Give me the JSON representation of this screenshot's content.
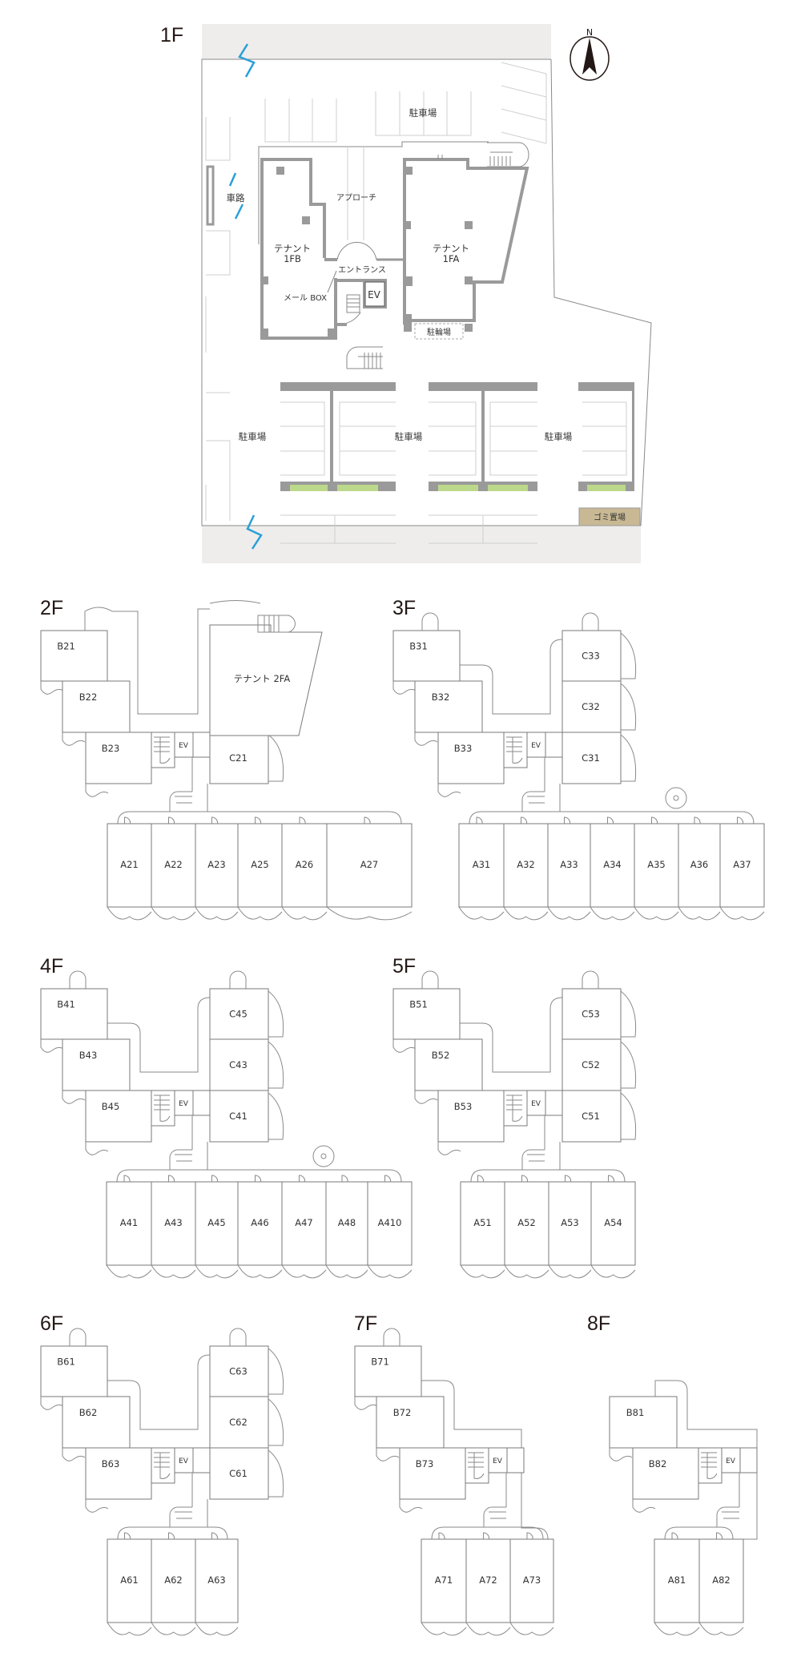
{
  "floor1": {
    "label": "1F",
    "compass": "N",
    "parking_top": "駐車場",
    "road": "車路",
    "approach": "アプローチ",
    "tenant_b": [
      "テナント",
      "1FB"
    ],
    "tenant_a": [
      "テナント",
      "1FA"
    ],
    "entrance": "エントランス",
    "mailbox": "メール BOX",
    "ev": "EV",
    "bicycle": "駐輪場",
    "parking_bottom": [
      "駐車場",
      "駐車場",
      "駐車場"
    ],
    "garbage": "ゴミ置場",
    "colors": {
      "road_band": "#eeedeb",
      "planting": "#bcd88a",
      "garbage": "#c8b994",
      "arrow": "#2a9fd8"
    }
  },
  "floors": [
    {
      "label": "2F",
      "b": [
        "B21",
        "B22",
        "B23"
      ],
      "c": [
        null,
        null,
        "C21"
      ],
      "tenant": "テナント 2FA",
      "a": [
        "A21",
        "A22",
        "A23",
        "A25",
        "A26",
        "A27"
      ],
      "ev": "EV"
    },
    {
      "label": "3F",
      "b": [
        "B31",
        "B32",
        "B33"
      ],
      "c": [
        "C33",
        "C32",
        "C31"
      ],
      "a": [
        "A31",
        "A32",
        "A33",
        "A34",
        "A35",
        "A36",
        "A37"
      ],
      "ev": "EV"
    },
    {
      "label": "4F",
      "b": [
        "B41",
        "B43",
        "B45"
      ],
      "c": [
        "C45",
        "C43",
        "C41"
      ],
      "a": [
        "A41",
        "A43",
        "A45",
        "A46",
        "A47",
        "A48",
        "A410"
      ],
      "ev": "EV"
    },
    {
      "label": "5F",
      "b": [
        "B51",
        "B52",
        "B53"
      ],
      "c": [
        "C53",
        "C52",
        "C51"
      ],
      "a": [
        "A51",
        "A52",
        "A53",
        "A54"
      ],
      "ev": "EV"
    },
    {
      "label": "6F",
      "b": [
        "B61",
        "B62",
        "B63"
      ],
      "c": [
        "C63",
        "C62",
        "C61"
      ],
      "a": [
        "A61",
        "A62",
        "A63"
      ],
      "ev": "EV"
    },
    {
      "label": "7F",
      "b": [
        "B71",
        "B72",
        "B73"
      ],
      "c": [],
      "a": [
        "A71",
        "A72",
        "A73"
      ],
      "ev": "EV"
    },
    {
      "label": "8F",
      "b": [
        null,
        "B81",
        "B82"
      ],
      "c": [],
      "a": [
        "A81",
        "A82"
      ],
      "ev": "EV"
    }
  ]
}
